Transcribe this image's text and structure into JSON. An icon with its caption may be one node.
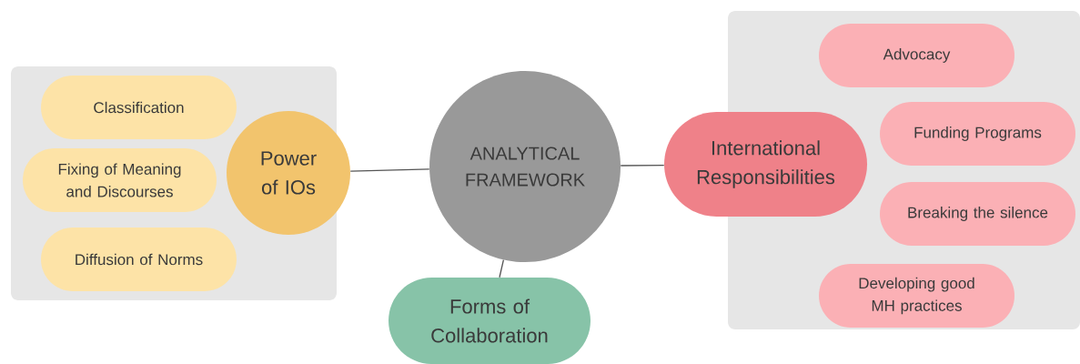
{
  "diagram": {
    "nodes": [
      {
        "text": [],
        "shape": "box"
      },
      {
        "text": [],
        "shape": "box"
      },
      {
        "text": [
          "ANALYTICAL FRAMEWORK"
        ]
      },
      {
        "text": [
          "Power of IOs"
        ]
      },
      {
        "text": [
          "Classification"
        ],
        "in": 0
      },
      {
        "text": [
          "Fixing of Meaning and Discourses"
        ],
        "in": 0
      },
      {
        "text": [
          "Diffusion of Norms"
        ],
        "in": 0
      },
      {
        "text": [
          "Forms of Collaboration"
        ]
      },
      {
        "text": [
          "International Responsibilities"
        ]
      },
      {
        "text": [
          "Advocacy"
        ],
        "in": 1
      },
      {
        "text": [
          "Funding Programs"
        ],
        "in": 1
      },
      {
        "text": [
          "Breaking the silence"
        ],
        "in": 1
      },
      {
        "text": [
          "Developing good MH practices"
        ],
        "in": 1
      }
    ],
    "edges": [
      {
        "from": 3,
        "to": 2,
        "arrow": "none"
      },
      {
        "from": 2,
        "to": 8,
        "arrow": "none"
      },
      {
        "from": 2,
        "to": 7,
        "arrow": "none"
      }
    ]
  }
}
